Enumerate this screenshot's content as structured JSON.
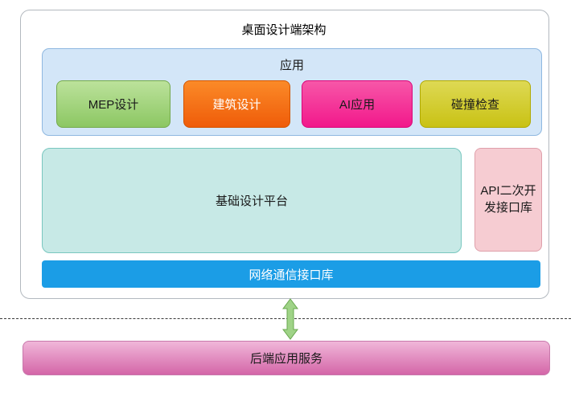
{
  "diagram": {
    "title": "桌面设计端架构",
    "app_group": {
      "label": "应用",
      "fill": "#d3e6f8",
      "border": "#8fb8e0",
      "modules": [
        {
          "label": "MEP设计",
          "color_top": "#bce29b",
          "color_bottom": "#8cc763",
          "border": "#74a94c",
          "text_color": "#1a1a1a"
        },
        {
          "label": "建筑设计",
          "color_top": "#fb8a28",
          "color_bottom": "#ef5c09",
          "border": "#d35400",
          "text_color": "#ffffff"
        },
        {
          "label": "AI应用",
          "color_top": "#f757a8",
          "color_bottom": "#f2188b",
          "border": "#d9077a",
          "text_color": "#1a1a1a"
        },
        {
          "label": "碰撞检查",
          "color_top": "#ded954",
          "color_bottom": "#c9c214",
          "border": "#b0a900",
          "text_color": "#1a1a1a"
        }
      ]
    },
    "platform": {
      "label": "基础设计平台",
      "fill": "#c7e9e6",
      "border": "#79c7bf"
    },
    "api_box": {
      "label": "API二次开发接口库",
      "fill": "#f6ccd2",
      "border": "#dfa0ab"
    },
    "network_bar": {
      "label": "网络通信接口库",
      "fill": "#1b9de6",
      "text_color": "#ffffff"
    },
    "backend_bar": {
      "label": "后端应用服务",
      "color_top": "#f0b7d9",
      "color_bottom": "#d466a8",
      "border": "#c878ab"
    },
    "connector": {
      "fill": "#9fd387",
      "stroke": "#6aa84f"
    }
  }
}
